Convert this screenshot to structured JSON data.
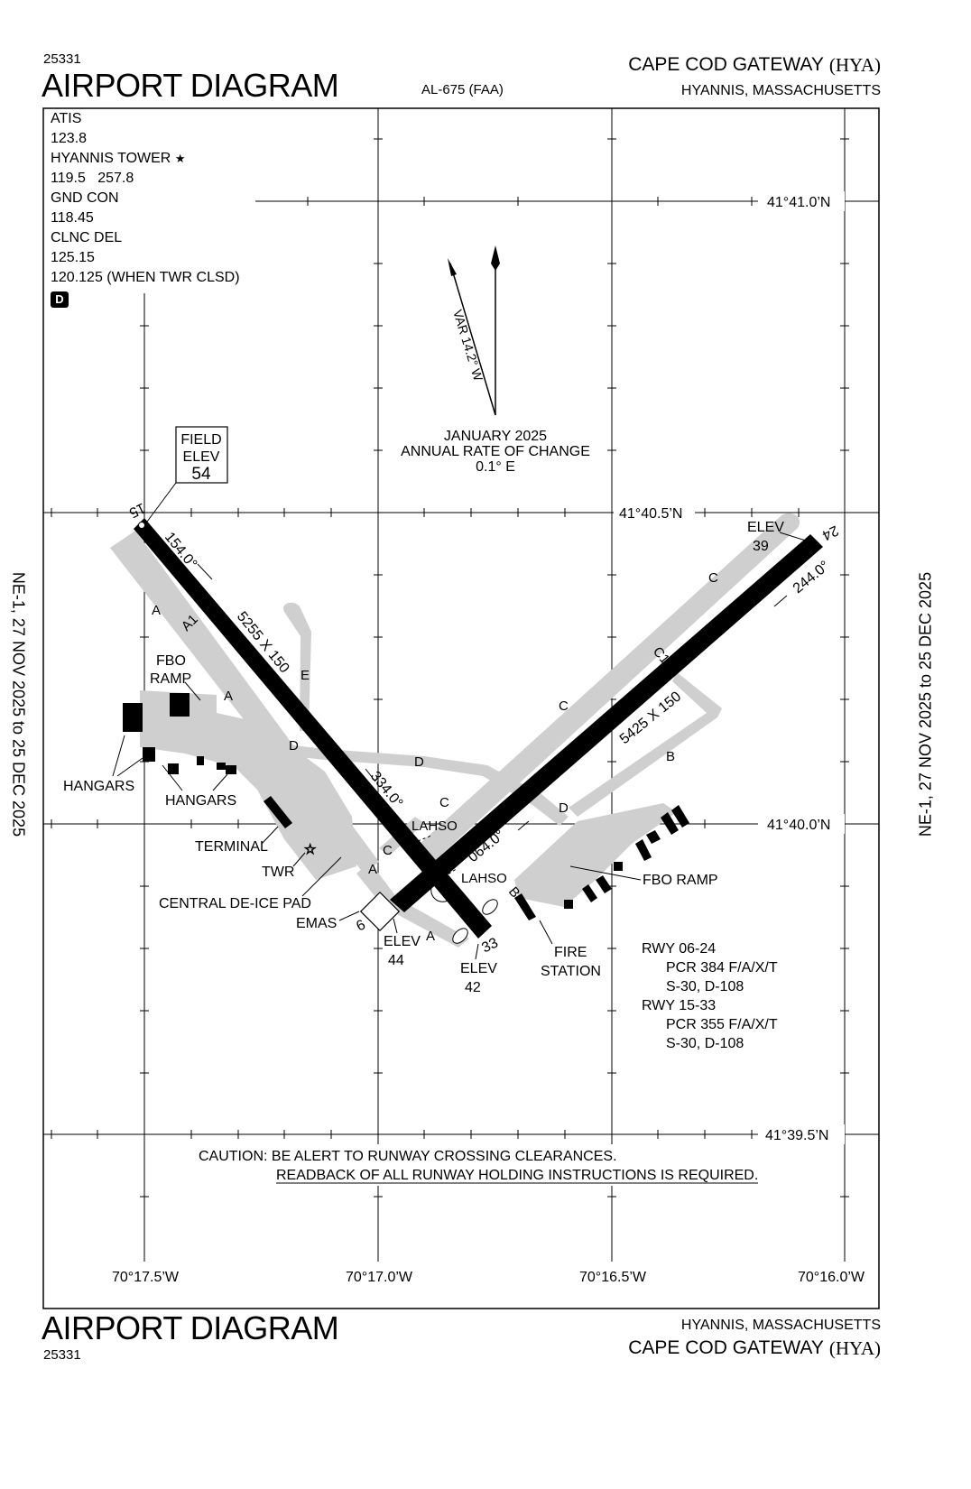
{
  "header": {
    "chart_number": "25331",
    "title": "AIRPORT DIAGRAM",
    "procedure_id": "AL-675 (FAA)",
    "airport_name": "CAPE COD GATEWAY",
    "airport_id": "(HYA)",
    "city_state": "HYANNIS, MASSACHUSETTS"
  },
  "footer": {
    "title": "AIRPORT DIAGRAM",
    "chart_number": "25331",
    "city_state": "HYANNIS, MASSACHUSETTS",
    "airport_name": "CAPE COD GATEWAY",
    "airport_id": "(HYA)"
  },
  "effective_dates": {
    "left": "NE-1,  27 NOV 2025  to  25 DEC 2025",
    "right": "NE-1,  27 NOV 2025  to  25 DEC 2025"
  },
  "frequencies": {
    "atis_label": "ATIS",
    "atis": "123.8",
    "tower_label": "HYANNIS TOWER",
    "tower_star": "★",
    "tower": "119.5   257.8",
    "gnd_label": "GND CON",
    "gnd": "118.45",
    "clnc_label": "CLNC DEL",
    "clnc": "125.15",
    "clnc_alt": "120.125 (WHEN TWR CLSD)",
    "d_symbol": "D"
  },
  "magnetic": {
    "var_label": "VAR 14.2° W",
    "date": "JANUARY 2025",
    "rate_label": "ANNUAL RATE OF CHANGE",
    "rate": "0.1° E"
  },
  "field_elev": {
    "line1": "FIELD",
    "line2": "ELEV",
    "value": "54"
  },
  "latitudes": [
    "41°41.0’N",
    "41°40.5’N",
    "41°40.0’N",
    "41°39.5’N"
  ],
  "longitudes": [
    "70°17.5’W",
    "70°17.0’W",
    "70°16.5’W",
    "70°16.0’W"
  ],
  "runways": {
    "rwy15_33": {
      "end_15": "15",
      "end_33": "33",
      "heading_15": "154.0°",
      "heading_33": "334.0°",
      "dimensions": "5255 X 150"
    },
    "rwy06_24": {
      "end_6": "6",
      "end_24": "24",
      "heading_6": "064.0°",
      "heading_24": "244.0°",
      "dimensions": "5425 X 150"
    }
  },
  "map_labels": {
    "elev_24_label": "ELEV",
    "elev_24": "39",
    "elev_6_label": "ELEV",
    "elev_6": "44",
    "elev_33_label": "ELEV",
    "elev_33": "42",
    "lahso_1": "LAHSO",
    "lahso_2": "LAHSO",
    "taxi_A": "A",
    "taxi_A1": "A1",
    "taxi_B": "B",
    "taxi_C": "C",
    "taxi_C1": "C1",
    "taxi_D": "D",
    "taxi_E": "E",
    "fbo_ramp_west_1": "FBO",
    "fbo_ramp_west_2": "RAMP",
    "fbo_ramp_east": "FBO RAMP",
    "hangars_1": "HANGARS",
    "hangars_2": "HANGARS",
    "terminal": "TERMINAL",
    "twr": "TWR",
    "deice": "CENTRAL DE-ICE PAD",
    "emas": "EMAS",
    "fire_1": "FIRE",
    "fire_2": "STATION"
  },
  "pavement": {
    "rwy06_24": [
      "PCR 384 F/A/X/T",
      "S-30, D-108"
    ],
    "rwy15_33": [
      "PCR 355 F/A/X/T",
      "S-30, D-108"
    ],
    "rwy06_24_label": "RWY 06-24",
    "rwy15_33_label": "RWY 15-33"
  },
  "caution": {
    "line1": "CAUTION: BE ALERT TO RUNWAY CROSSING CLEARANCES.",
    "line2": "READBACK OF ALL RUNWAY HOLDING INSTRUCTIONS IS REQUIRED."
  },
  "colors": {
    "ink": "#000000",
    "pavement": "#cfcfcf",
    "background": "#ffffff"
  }
}
